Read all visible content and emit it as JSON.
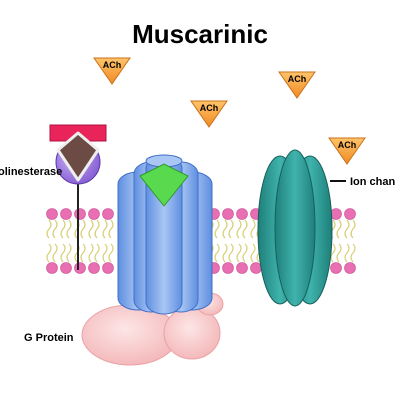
{
  "title": "Muscarinic",
  "labels": {
    "cholinesterase": "olinesterase",
    "ion_channel": "Ion chan",
    "g_protein": "G Protein"
  },
  "ligand_label": "ACh",
  "colors": {
    "background": "#ffffff",
    "ach_triangle": "#f5a13a",
    "ach_stroke": "#c9711a",
    "receptor_blue": "#8db3ee",
    "receptor_blue_dark": "#4b7fd6",
    "binding_site": "#59d94e",
    "ion_channel": "#2f9e98",
    "ion_channel_dark": "#1c6f6b",
    "g_protein": "#f8cfd0",
    "enzyme_red": "#e8245a",
    "enzyme_purple": "#a07be0",
    "enzyme_brown": "#6b4b44",
    "phospholipid_head": "#e86fb2",
    "phospholipid_tail": "#d9cf76"
  }
}
